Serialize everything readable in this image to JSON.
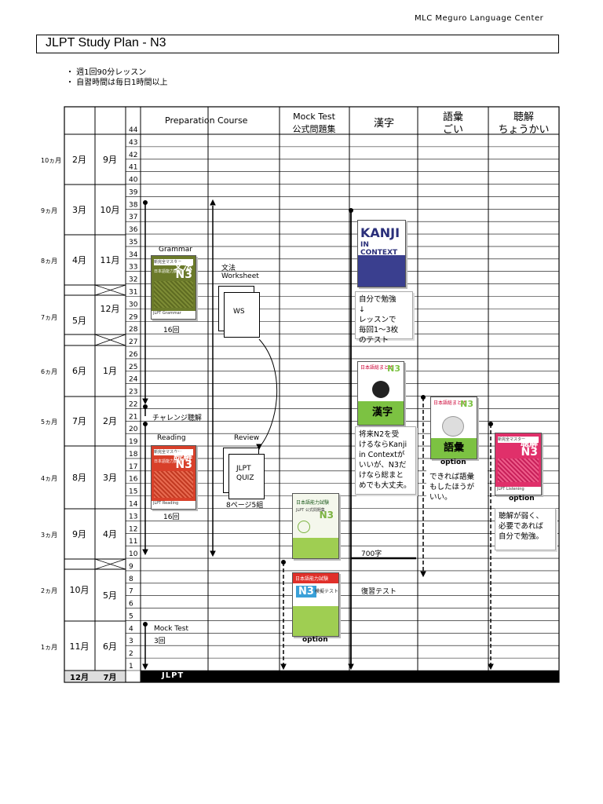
{
  "brand": "MLC Meguro Language Center",
  "title": "JLPT  Study Plan - N3",
  "bullets": [
    "・ 週1回90分レッスン",
    "・ 自習時間は毎日1時間以上"
  ],
  "columns": {
    "prep": "Preparation Course",
    "mock_line1": "Mock Test",
    "mock_line2": "公式問題集",
    "kanji": "漢字",
    "vocab_line1": "語彙",
    "vocab_line2": "ごい",
    "listening_line1": "聴解",
    "listening_line2": "ちょうかい"
  },
  "months_left": [
    "10ヵ月",
    "9ヵ月",
    "8ヵ月",
    "7ヵ月",
    "6ヵ月",
    "5ヵ月",
    "4ヵ月",
    "3ヵ月",
    "2ヵ月",
    "1ヵ月"
  ],
  "cal_a": [
    "2月",
    "3月",
    "4月",
    "5月",
    "6月",
    "7月",
    "8月",
    "9月",
    "10月",
    "11月",
    "12月"
  ],
  "cal_b": [
    "9月",
    "10月",
    "11月",
    "12月",
    "1月",
    "2月",
    "3月",
    "4月",
    "5月",
    "6月",
    "7月"
  ],
  "footer_jlpt": "JLPT",
  "labels": {
    "grammar": "Grammar",
    "grammar_count": "16回",
    "ws_title1": "文法",
    "ws_title2": "Worksheet",
    "ws": "WS",
    "challenge": "チャレンジ聴解",
    "reading": "Reading",
    "reading_count": "16回",
    "review": "Review",
    "quiz1": "JLPT",
    "quiz2": "QUIZ",
    "quiz_sets": "8ページ5組",
    "mock_test": "Mock Test",
    "mock_count": "3回",
    "option_mock": "option",
    "option_vocab": "option",
    "option_listening": "option",
    "kanji_700": "700字",
    "kanji_review": "復習テスト"
  },
  "notes": {
    "kanji_self": [
      "自分で勉強",
      "↓",
      "レッスンで",
      "毎回1～3枚",
      "のテスト"
    ],
    "kanji_future": [
      "将来N2を受",
      "けるならKanji",
      "in Contextが",
      "いいが、N3だ",
      "けなら総まと",
      "めでも大丈夫。"
    ],
    "vocab": [
      "できれば語彙",
      "もしたほうが",
      "いい。"
    ],
    "listening": [
      "聴解が弱く、",
      "必要であれば",
      "自分で勉強。"
    ]
  },
  "books": {
    "grammar": {
      "top": "新完全マスター",
      "big": "文法",
      "level": "N3",
      "sub": "日本語能力試験",
      "bottom": "JLPT Grammar"
    },
    "reading": {
      "top": "新完全マスター",
      "big": "読解",
      "level": "N3",
      "sub": "日本語能力試験",
      "bottom": "JLPT Reading"
    },
    "kanji_context": {
      "big": "KANJI",
      "sub": "IN CONTEXT"
    },
    "kanji_n3": {
      "top": "日本語総まとめ",
      "level": "N3",
      "big": "漢字"
    },
    "vocab_n3": {
      "top": "日本語総まとめ",
      "level": "N3",
      "big": "語彙"
    },
    "listening": {
      "top": "新完全マスター",
      "big": "聴解",
      "level": "N3",
      "bottom": "JLPT Listening"
    },
    "mock_official": {
      "top": "日本語能力試験",
      "sub": "JLPT 公式問題集",
      "level": "N3"
    },
    "mock_option": {
      "top": "日本語能力試験",
      "level": "N3",
      "sub": "模擬テスト"
    }
  },
  "colors": {
    "grammar_cover": "#6b7a2a",
    "reading_cover": "#d8402a",
    "kanji_context_cover": "#3a3f8f",
    "kanji_n3_bg": "#7cc242",
    "listening_cover": "#e0306a",
    "mock_cover": "#9fce52"
  }
}
